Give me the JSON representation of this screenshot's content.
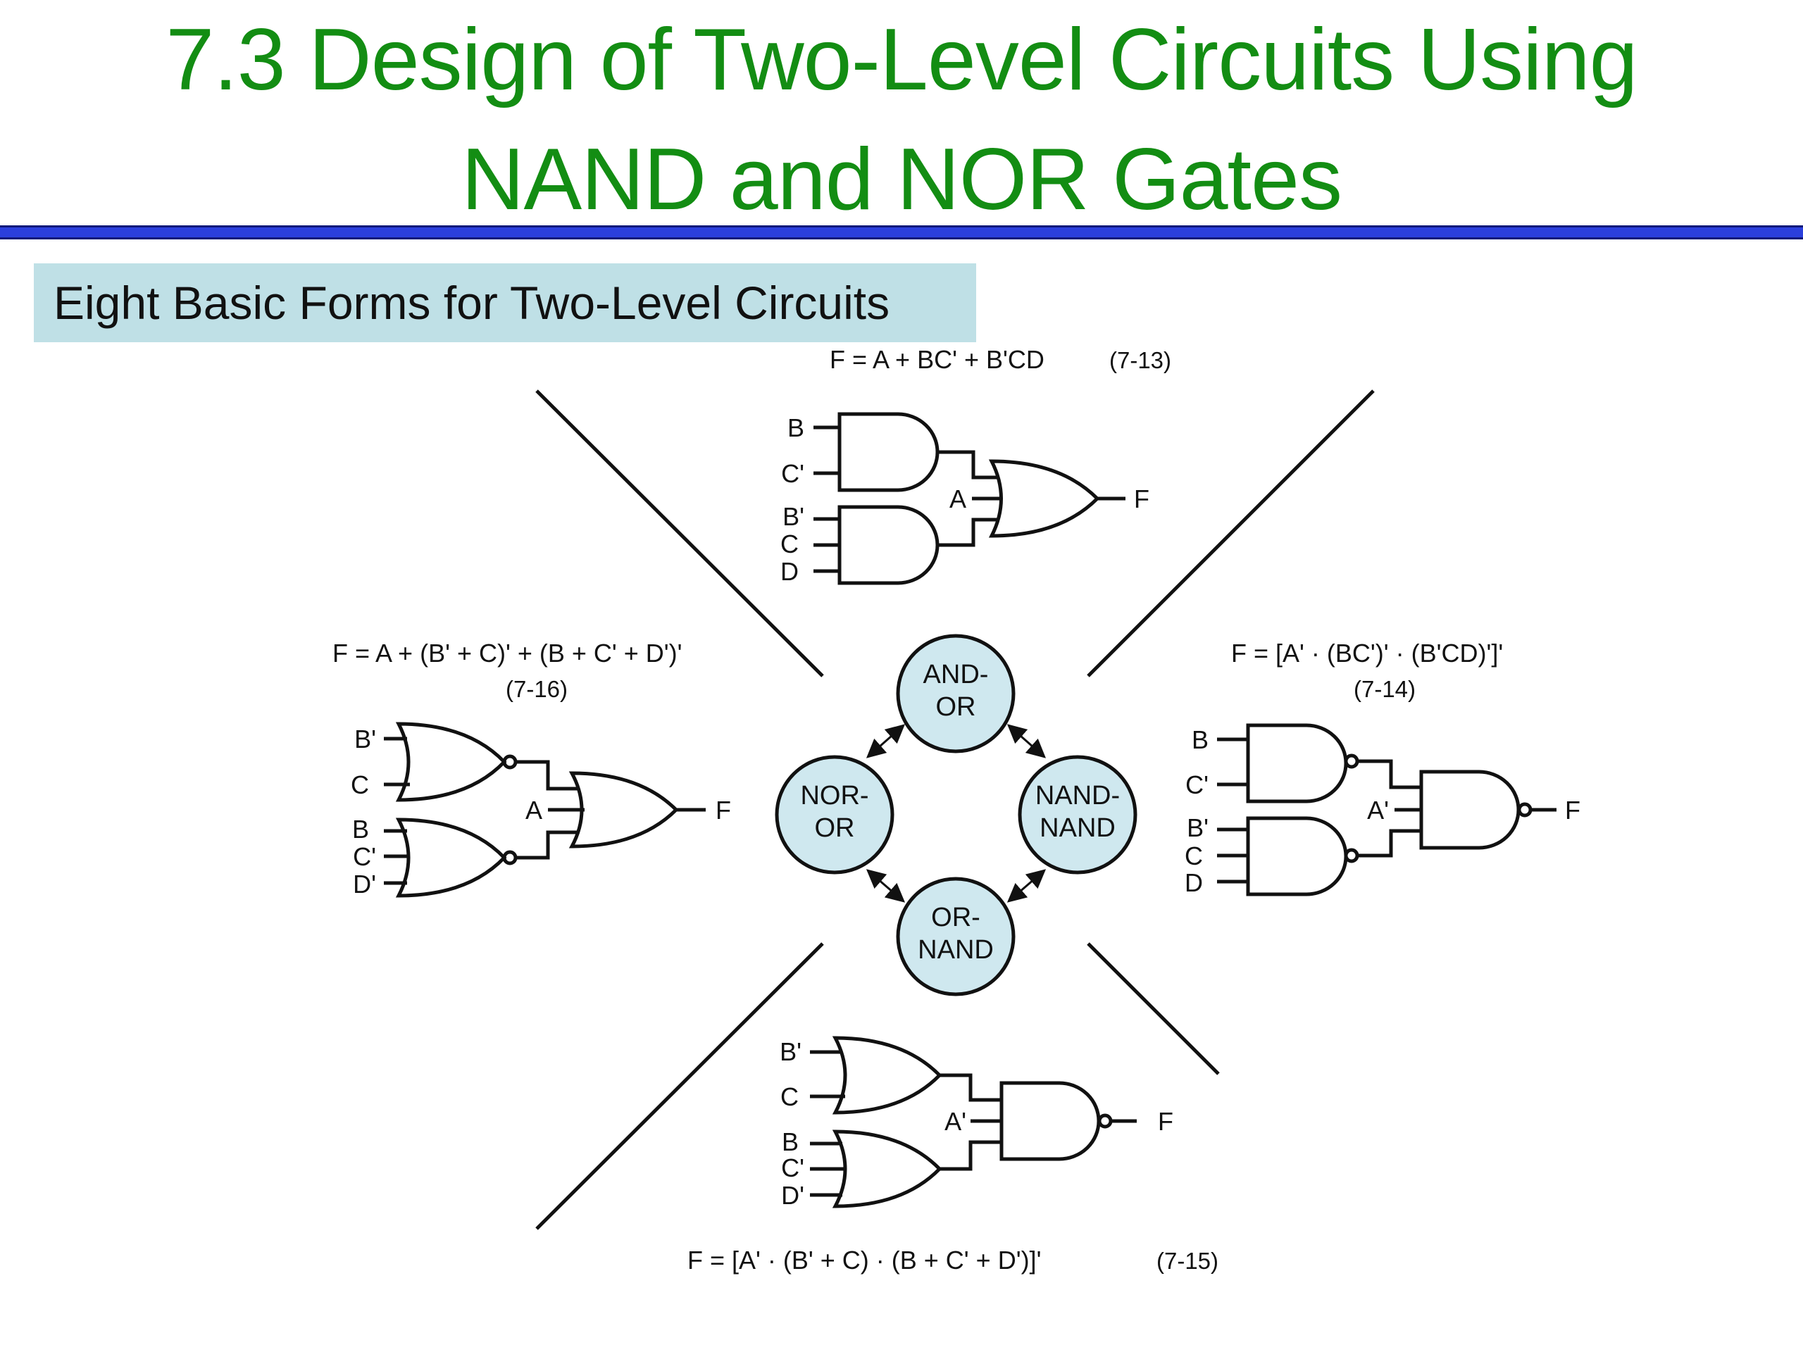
{
  "title": {
    "line1": "7.3   Design of Two-Level Circuits Using",
    "line2": "NAND and NOR Gates"
  },
  "subtitle": "Eight Basic Forms for Two-Level Circuits",
  "colors": {
    "title": "#138d13",
    "rule": "#2b3fdc",
    "subtitle_bg": "#bfe0e6",
    "node_fill": "#cfe8ef"
  },
  "nodes": {
    "and_or": [
      "AND-",
      "OR"
    ],
    "nor_or": [
      "NOR-",
      "OR"
    ],
    "nand_nand": [
      "NAND-",
      "NAND"
    ],
    "or_nand": [
      "OR-",
      "NAND"
    ]
  },
  "circuits": {
    "top": {
      "equation": "F = A + BC' + B'CD",
      "eq_number": "(7-13)",
      "gate1_inputs": [
        "B",
        "C'"
      ],
      "gate2_inputs": [
        "B'",
        "C",
        "D"
      ],
      "middle_input": "A",
      "output": "F"
    },
    "right": {
      "equation": "F = [A' · (BC')' · (B'CD)']'",
      "eq_number": "(7-14)",
      "gate1_inputs": [
        "B",
        "C'"
      ],
      "gate2_inputs": [
        "B'",
        "C",
        "D"
      ],
      "middle_input": "A'",
      "output": "F"
    },
    "bottom": {
      "equation": "F = [A' · (B' + C) · (B + C' + D')]'",
      "eq_number": "(7-15)",
      "gate1_inputs": [
        "B'",
        "C"
      ],
      "gate2_inputs": [
        "B",
        "C'",
        "D'"
      ],
      "middle_input": "A'",
      "output": "F"
    },
    "left": {
      "equation": "F = A + (B' + C)' + (B + C' + D')'",
      "eq_number": "(7-16)",
      "gate1_inputs": [
        "B'",
        "C"
      ],
      "gate2_inputs": [
        "B",
        "C'",
        "D'"
      ],
      "middle_input": "A",
      "output": "F"
    }
  }
}
